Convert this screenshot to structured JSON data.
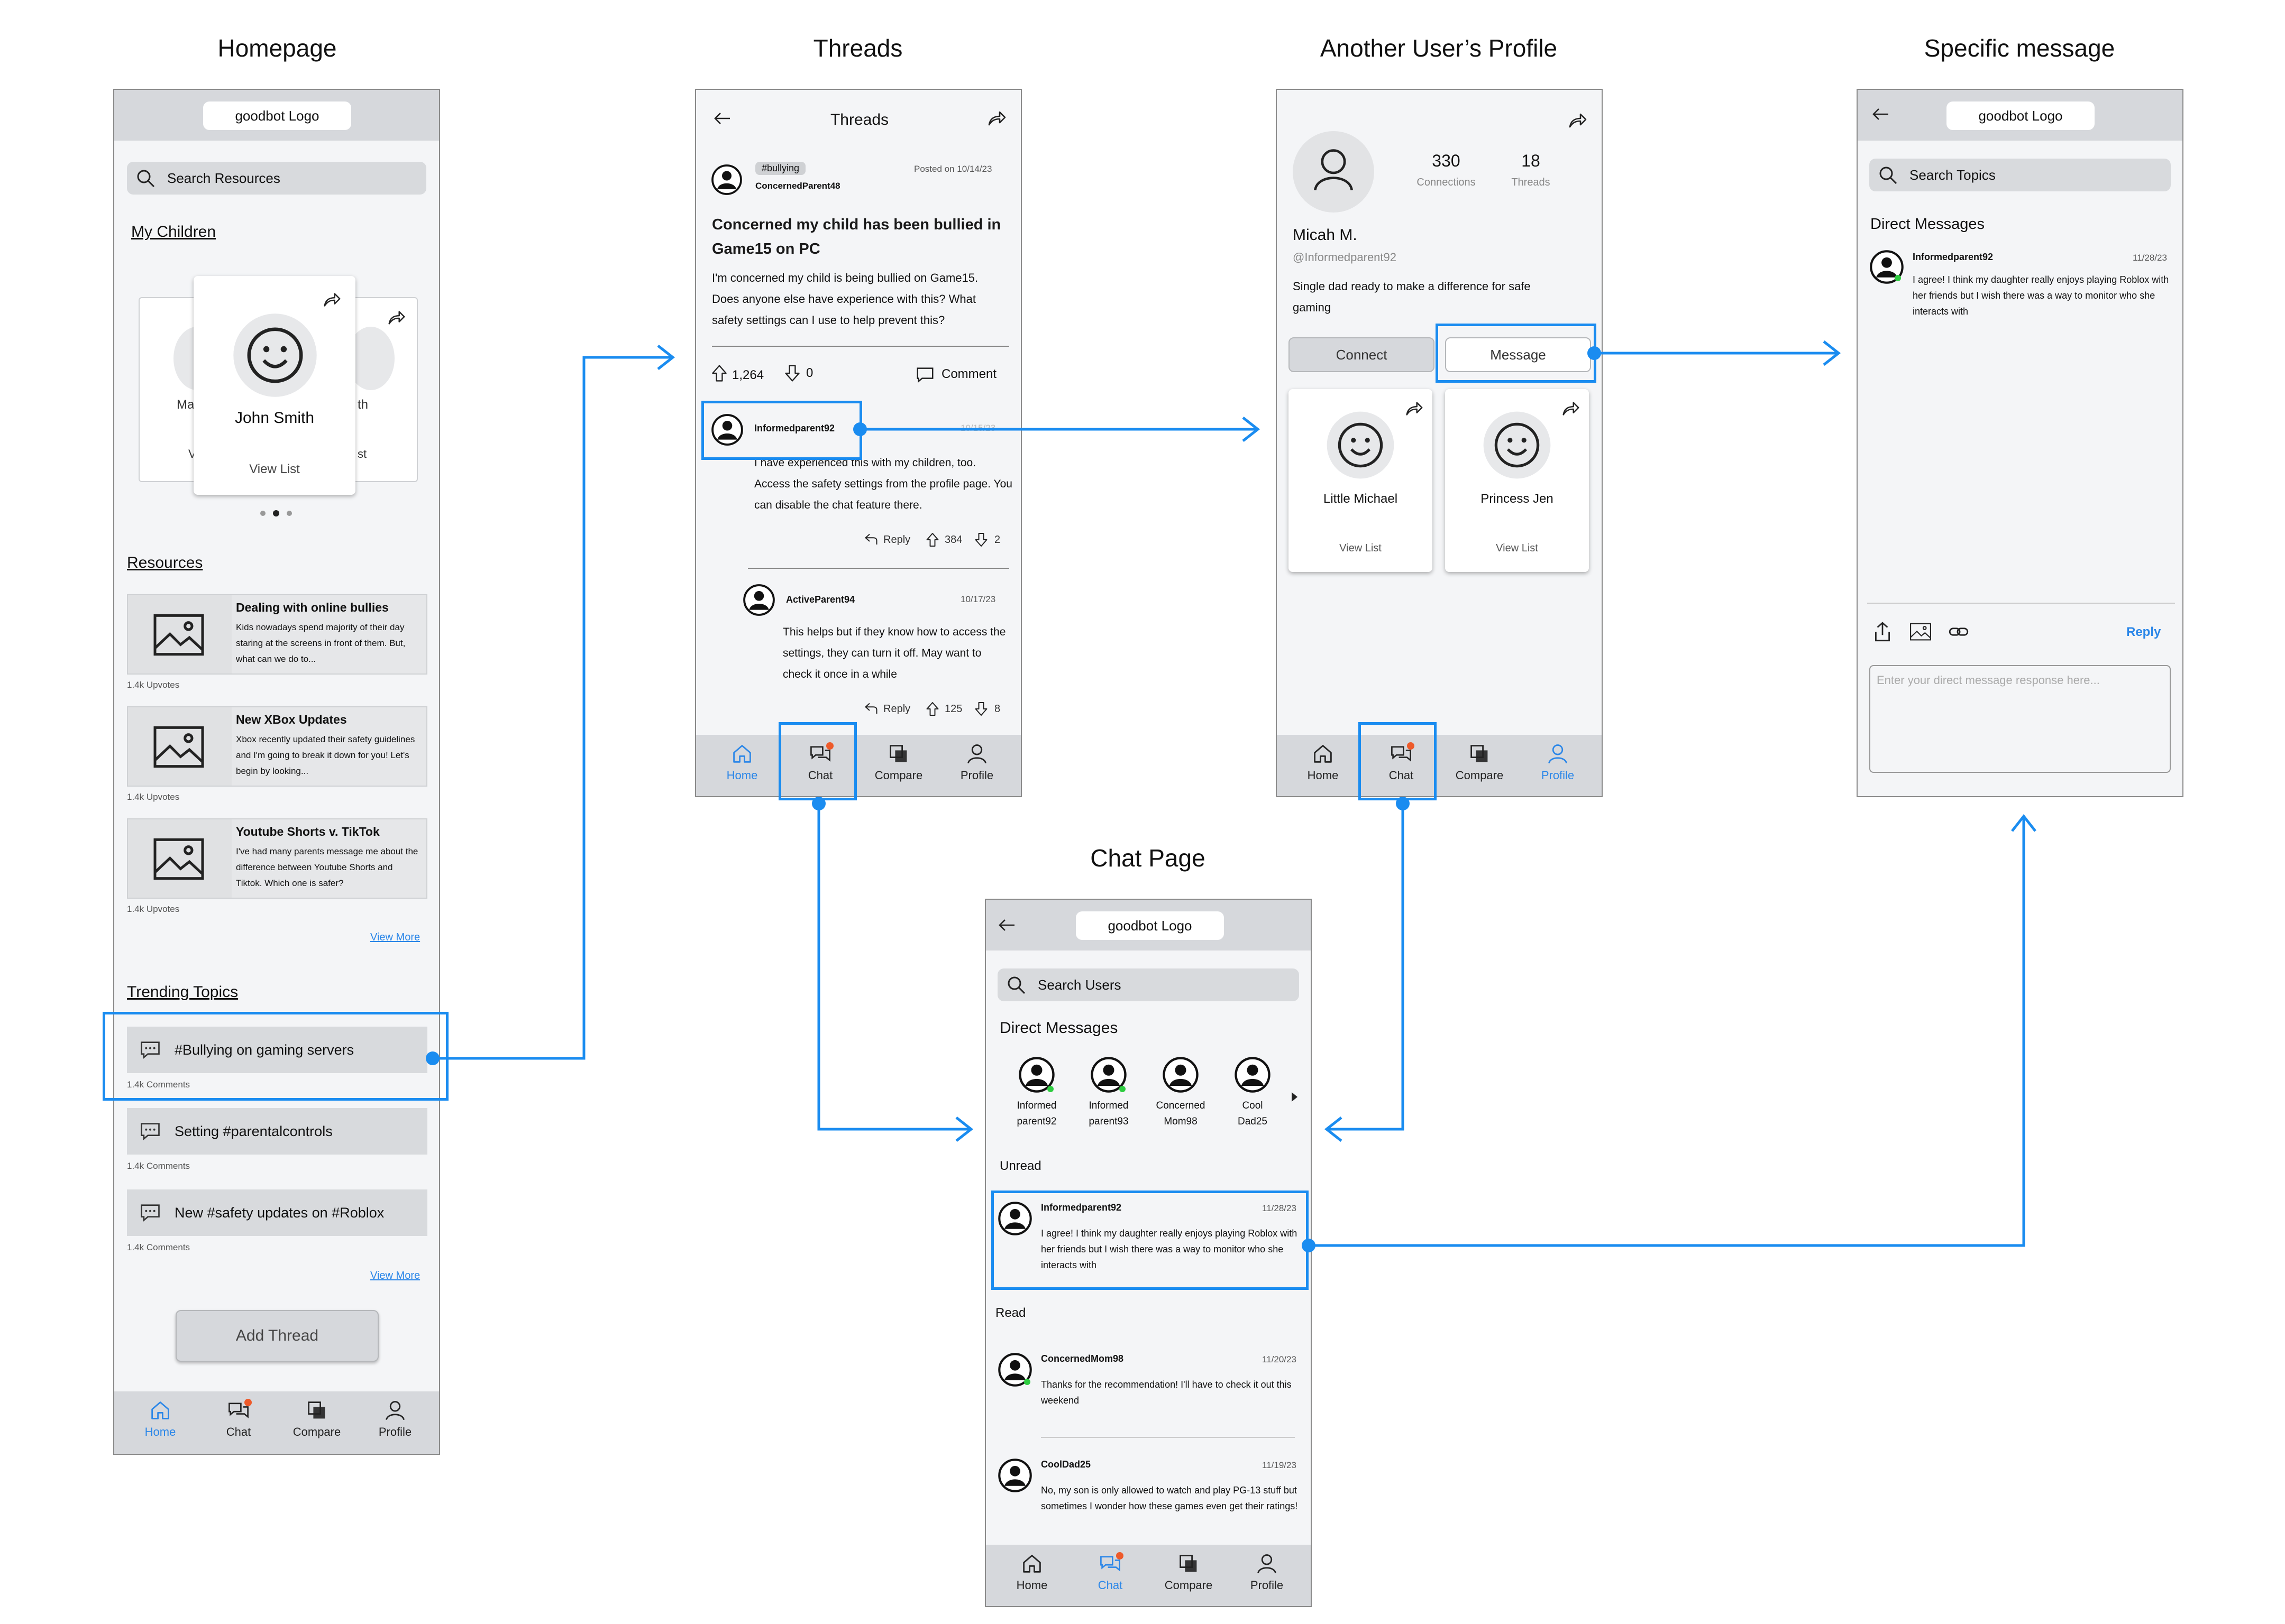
{
  "titles": {
    "homepage": "Homepage",
    "threads": "Threads",
    "profile": "Another User’s Profile",
    "message": "Specific message",
    "chat": "Chat Page"
  },
  "nav": {
    "home": "Home",
    "chat": "Chat",
    "compare": "Compare",
    "profile": "Profile"
  },
  "colors": {
    "accent": "#1a8cf0",
    "active": "#2a86e8",
    "badge": "#ee5a2a",
    "online": "#2ecc40"
  },
  "home": {
    "logo": "goodbot Logo",
    "search": "Search Resources",
    "my_children": "My Children",
    "child_name": "John Smith",
    "view_list": "View List",
    "peek_left": "Ma",
    "peek_left2": "V",
    "peek_right": "th",
    "peek_right2": "st",
    "resources": "Resources",
    "items": [
      {
        "title": "Dealing with online bullies",
        "text": "Kids nowadays spend majority of their day staring at the screens in front of them.  But, what can we do to...",
        "meta": "1.4k Upvotes"
      },
      {
        "title": "New XBox Updates",
        "text": "Xbox recently updated their safety guidelines and I'm going to break it down for you! Let's begin by looking...",
        "meta": "1.4k Upvotes"
      },
      {
        "title": "Youtube Shorts v. TikTok",
        "text": "I've had many parents message me about the difference between Youtube Shorts and Tiktok. Which one is safer?",
        "meta": "1.4k Upvotes"
      }
    ],
    "view_more": "View More",
    "trending": "Trending Topics",
    "topics": [
      {
        "label": "#Bullying on gaming servers",
        "meta": "1.4k Comments"
      },
      {
        "label": "Setting #parentalcontrols",
        "meta": "1.4k Comments"
      },
      {
        "label": "New #safety updates on #Roblox",
        "meta": "1.4k Comments"
      }
    ],
    "view_more2": "View More",
    "add_thread": "Add Thread"
  },
  "threads": {
    "header": "Threads",
    "tag": "#bullying",
    "author": "ConcernedParent48",
    "posted": "Posted on  10/14/23",
    "title": "Concerned my child has been bullied in Game15 on PC",
    "body": "I'm concerned my child is being bullied on Game15. Does anyone else have experience with this? What safety settings can I use to help prevent this?",
    "upvotes": "1,264",
    "downvotes": "0",
    "comment": "Comment",
    "reply1": {
      "author": "Informedparent92",
      "date": "10/15/23",
      "text": "I have experienced this with my children, too. Access the safety settings from the profile page. You can disable the chat feature there.",
      "reply": "Reply",
      "up": "384",
      "down": "2"
    },
    "reply2": {
      "author": "ActiveParent94",
      "date": "10/17/23",
      "text": "This helps but if they know how to access the settings, they can turn it off. May want to check it once in a while",
      "reply": "Reply",
      "up": "125",
      "down": "8"
    }
  },
  "profile": {
    "connections_count": "330",
    "connections_label": "Connections",
    "threads_count": "18",
    "threads_label": "Threads",
    "name": "Micah M.",
    "handle": "@Informedparent92",
    "bio": "Single dad ready to make a difference for safe gaming",
    "connect": "Connect",
    "message": "Message",
    "kids": [
      {
        "name": "Little Michael",
        "view": "View List"
      },
      {
        "name": "Princess Jen",
        "view": "View List"
      }
    ]
  },
  "message": {
    "logo": "goodbot Logo",
    "search": "Search Topics",
    "heading": "Direct Messages",
    "author": "Informedparent92",
    "date": "11/28/23",
    "text": "I agree! I think my daughter really enjoys playing Roblox with her friends but I wish there was a way to monitor who she interacts with",
    "reply": "Reply",
    "placeholder": "Enter your direct message response here..."
  },
  "chat": {
    "logo": "goodbot Logo",
    "search": "Search Users",
    "heading": "Direct Messages",
    "users": [
      {
        "l1": "Informed",
        "l2": "parent92"
      },
      {
        "l1": "Informed",
        "l2": "parent93"
      },
      {
        "l1": "Concerned",
        "l2": "Mom98"
      },
      {
        "l1": "Cool",
        "l2": "Dad25"
      }
    ],
    "unread": "Unread",
    "read": "Read",
    "msgs": [
      {
        "author": "Informedparent92",
        "date": "11/28/23",
        "text": "I agree! I think my daughter really enjoys playing Roblox with her friends but I wish there was a way to monitor who she interacts with"
      },
      {
        "author": "ConcernedMom98",
        "date": "11/20/23",
        "text": "Thanks for the recommendation! I'll have to check it out this weekend"
      },
      {
        "author": "CoolDad25",
        "date": "11/19/23",
        "text": "No, my son is only allowed to watch and play PG-13 stuff but sometimes I wonder how these games even get their ratings!"
      }
    ]
  }
}
